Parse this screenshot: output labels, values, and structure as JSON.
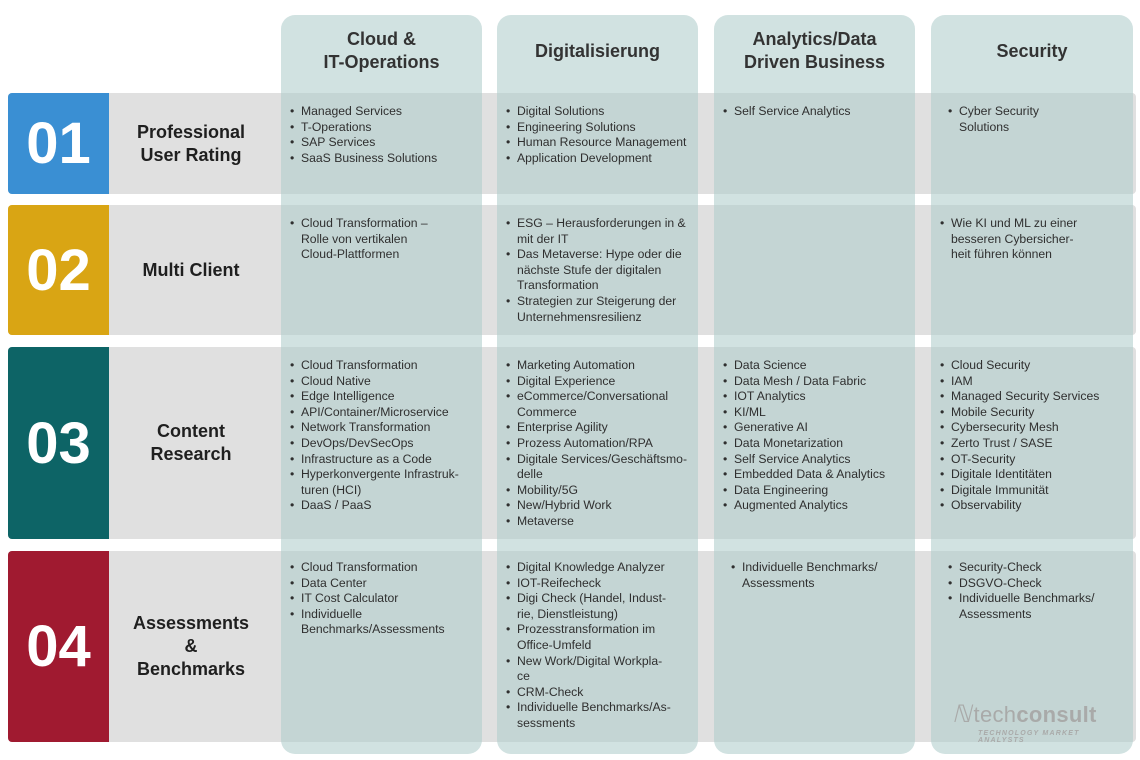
{
  "columns": [
    {
      "title": "Cloud &\nIT-Operations"
    },
    {
      "title": "Digitalisierung"
    },
    {
      "title": "Analytics/Data\nDriven Business"
    },
    {
      "title": "Security"
    }
  ],
  "rows": [
    {
      "number": "01",
      "label": "Professional\nUser Rating",
      "color": "#3a8fd3",
      "cells": [
        [
          "Managed Services",
          "T-Operations",
          "SAP Services",
          "SaaS Business Solutions"
        ],
        [
          "Digital Solutions",
          "Engineering Solutions",
          "Human Resource Management",
          "Application Development"
        ],
        [
          "Self Service Analytics"
        ],
        [
          "Cyber Security\nSolutions"
        ]
      ]
    },
    {
      "number": "02",
      "label": "Multi Client",
      "color": "#d9a514",
      "cells": [
        [
          "Cloud Transformation –\nRolle von vertikalen\nCloud-Plattformen"
        ],
        [
          "ESG – Herausforderungen in &\nmit der IT",
          "Das Metaverse: Hype oder die\nnächste Stufe der digitalen\nTransformation",
          "Strategien zur Steigerung der\nUnternehmensresilienz"
        ],
        [],
        [
          "Wie KI und ML zu einer\nbesseren Cybersicher-\nheit führen können"
        ]
      ]
    },
    {
      "number": "03",
      "label": "Content\nResearch",
      "color": "#0d6466",
      "cells": [
        [
          "Cloud Transformation",
          "Cloud Native",
          "Edge Intelligence",
          "API/Container/Microservice",
          "Network Transformation",
          "DevOps/DevSecOps",
          "Infrastructure as a Code",
          "Hyperkonvergente Infrastruk-\nturen (HCI)",
          "DaaS / PaaS"
        ],
        [
          "Marketing Automation",
          "Digital Experience",
          "eCommerce/Conversational\nCommerce",
          "Enterprise Agility",
          "Prozess Automation/RPA",
          "Digitale Services/Geschäftsmo-\ndelle",
          "Mobility/5G",
          "New/Hybrid Work",
          "Metaverse"
        ],
        [
          "Data Science",
          "Data Mesh / Data Fabric",
          "IOT Analytics",
          "KI/ML",
          "Generative AI",
          "Data Monetarization",
          "Self Service Analytics",
          "Embedded Data & Analytics",
          "Data Engineering",
          "Augmented Analytics"
        ],
        [
          "Cloud Security",
          "IAM",
          "Managed Security Services",
          "Mobile Security",
          "Cybersecurity Mesh",
          "Zerto Trust / SASE",
          "OT-Security",
          "Digitale Identitäten",
          "Digitale Immunität",
          "Observability"
        ]
      ]
    },
    {
      "number": "04",
      "label": "Assessments\n&\nBenchmarks",
      "color": "#a01a30",
      "cells": [
        [
          "Cloud Transformation",
          "Data Center",
          "IT Cost Calculator",
          "Individuelle\nBenchmarks/Assessments"
        ],
        [
          "Digital Knowledge Analyzer",
          "IOT-Reifecheck",
          "Digi Check (Handel, Indust-\nrie, Dienstleistung)",
          "Prozesstransformation im\nOffice-Umfeld",
          "New Work/Digital Workpla-\nce",
          "CRM-Check",
          "Individuelle Benchmarks/As-\nsessments"
        ],
        [
          "Individuelle Benchmarks/\nAssessments"
        ],
        [
          "Security-Check",
          "DSGVO-Check",
          "Individuelle Benchmarks/\nAssessments"
        ]
      ]
    }
  ],
  "logo": {
    "name": "techconsult",
    "tagline": "TECHNOLOGY MARKET ANALYSTS"
  }
}
